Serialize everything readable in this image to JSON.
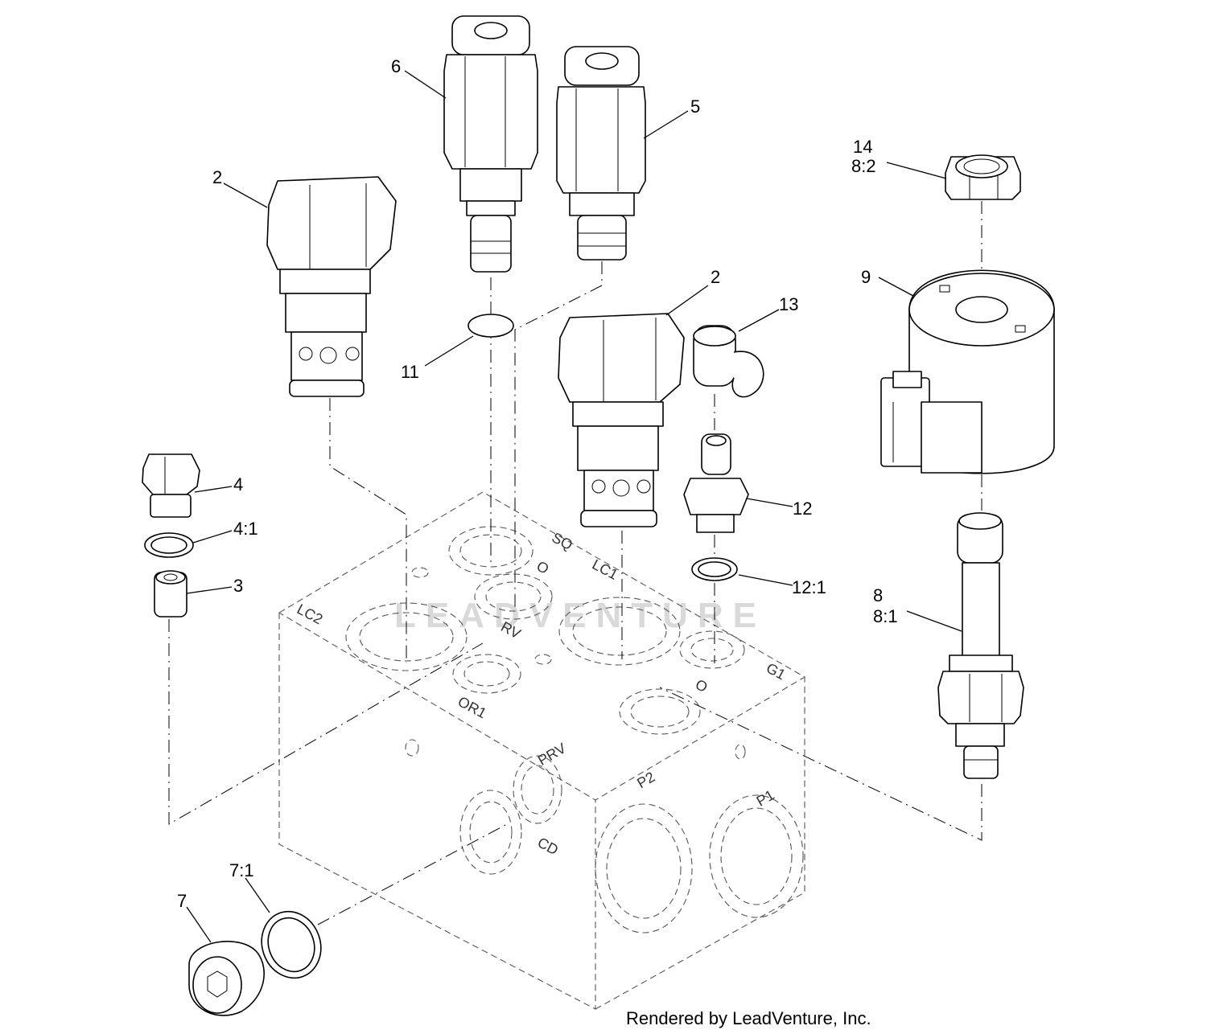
{
  "callouts": {
    "c6": "6",
    "c5": "5",
    "c14": "14",
    "c8_2": "8:2",
    "c2a": "2",
    "c2b": "2",
    "c9": "9",
    "c13": "13",
    "c11": "11",
    "c4": "4",
    "c4_1": "4:1",
    "c3": "3",
    "c12": "12",
    "c12_1": "12:1",
    "c8": "8",
    "c8_1": "8:1",
    "c7": "7",
    "c7_1": "7:1"
  },
  "ports": {
    "sq": "SQ",
    "lc1": "LC1",
    "lc2": "LC2",
    "o": "O",
    "rv": "RV",
    "or1": "OR1",
    "g1": "G1",
    "prv": "PRV",
    "cd": "CD",
    "p2": "P2",
    "p1": "P1"
  },
  "watermark": "LEADVENTURE",
  "credit": "Rendered by LeadVenture, Inc."
}
